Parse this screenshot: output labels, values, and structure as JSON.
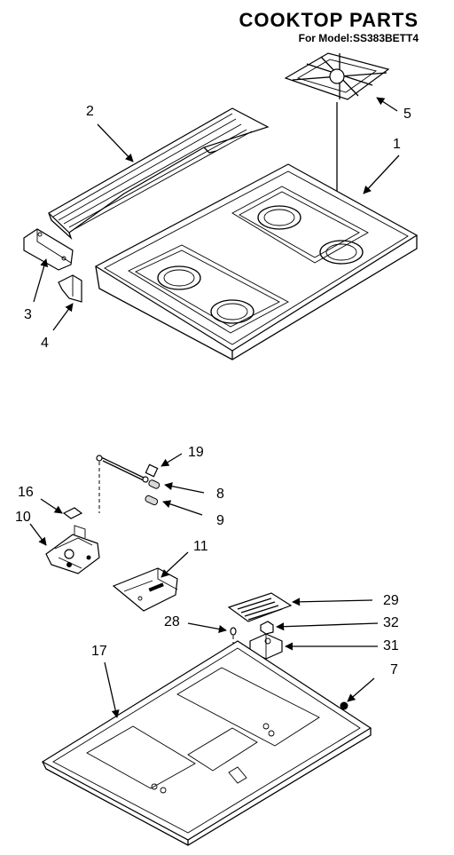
{
  "header": {
    "title": "COOKTOP PARTS",
    "model_line": "For Model:SS383BETT4"
  },
  "callouts": {
    "p1": "1",
    "p2": "2",
    "p3": "3",
    "p4": "4",
    "p5": "5",
    "p7": "7",
    "p8": "8",
    "p9": "9",
    "p10": "10",
    "p11": "11",
    "p16": "16",
    "p17": "17",
    "p19": "19",
    "p28": "28",
    "p29": "29",
    "p31": "31",
    "p32": "32"
  }
}
